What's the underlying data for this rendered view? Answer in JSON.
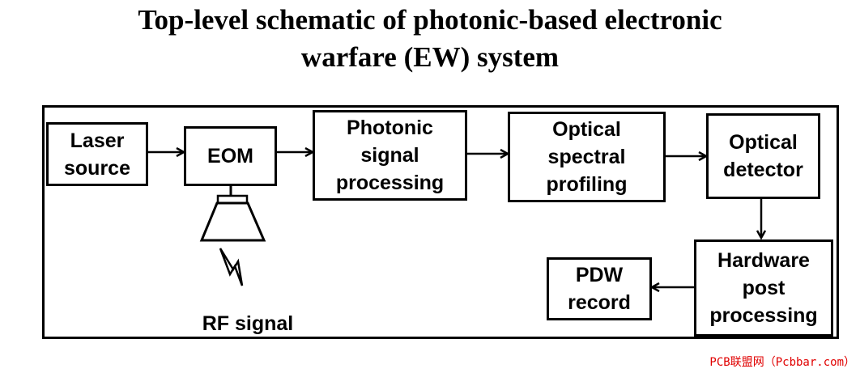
{
  "title": {
    "line1": "Top-level schematic of photonic-based electronic",
    "line2": "warfare (EW) system"
  },
  "blocks": {
    "laser_source": [
      "Laser",
      "source"
    ],
    "eom": [
      "EOM"
    ],
    "photonic_processing": [
      "Photonic",
      "signal",
      "processing"
    ],
    "optical_spectral": [
      "Optical",
      "spectral",
      "profiling"
    ],
    "optical_detector": [
      "Optical",
      "detector"
    ],
    "hardware_post": [
      "Hardware",
      "post",
      "processing"
    ],
    "pdw_record": [
      "PDW",
      "record"
    ]
  },
  "rf_signal_label": "RF signal",
  "icons": {
    "antenna": "antenna-horn-icon",
    "rf_wave": "lightning-bolt-icon"
  },
  "watermark": "PCB联盟网（Pcbbar.com）",
  "colors": {
    "stroke": "#000000",
    "background": "#ffffff",
    "watermark": "#e00000"
  }
}
